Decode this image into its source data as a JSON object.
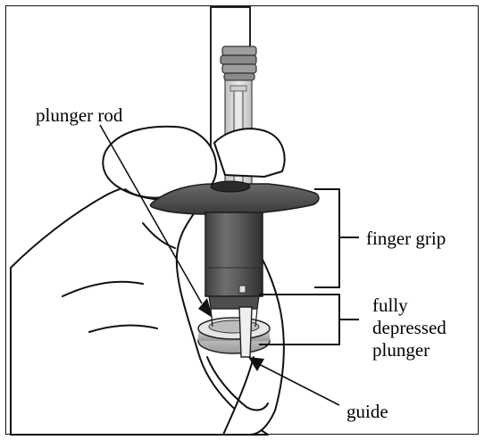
{
  "labels": {
    "plunger_rod": "plunger rod",
    "finger_grip": "finger grip",
    "fully_depressed_line1": "fully",
    "fully_depressed_line2": "depressed",
    "fully_depressed_line3": "plunger",
    "guide": "guide"
  },
  "colors": {
    "background": "#ffffff",
    "outline": "#111111",
    "barrel_dark": "#5b5b5b",
    "barrel_mid": "#7a7a7a",
    "grip_dark": "#4a4a4a",
    "rod_light": "#d9d9d9",
    "skin_fill": "#ffffff"
  },
  "icons": {
    "hand": "hand-illustration",
    "syringe": "syringe-illustration"
  }
}
